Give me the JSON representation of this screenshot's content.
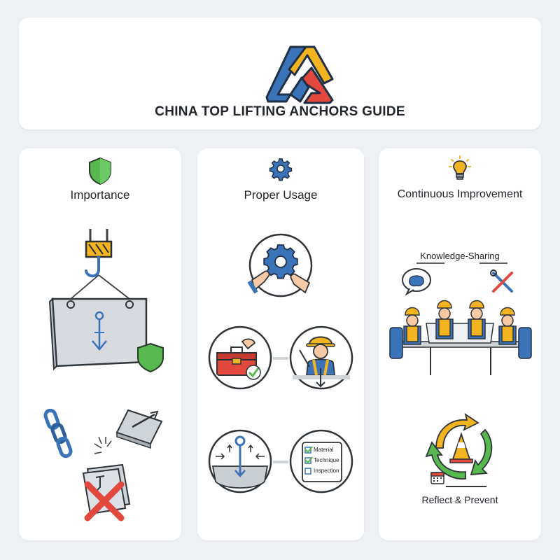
{
  "header": {
    "title": "CHINA TOP LIFTING ANCHORS GUIDE"
  },
  "columns": [
    {
      "title": "Importance"
    },
    {
      "title": "Proper Usage",
      "checklist": [
        "Material",
        "Technique",
        "Inspection"
      ]
    },
    {
      "title": "Continuous Improvement",
      "knowledge_label": "Knowledge-Sharing",
      "reflect_label": "Reflect & Prevent"
    }
  ],
  "icons": {
    "logo": "triangle-chain-logo",
    "importance": "shield-icon",
    "usage": "gear-icon",
    "improvement": "lightbulb-icon"
  },
  "colors": {
    "blue": "#3b73b9",
    "yellow": "#f2b421",
    "red": "#e2483d",
    "green": "#57b84f",
    "gray": "#cfd4d9"
  }
}
